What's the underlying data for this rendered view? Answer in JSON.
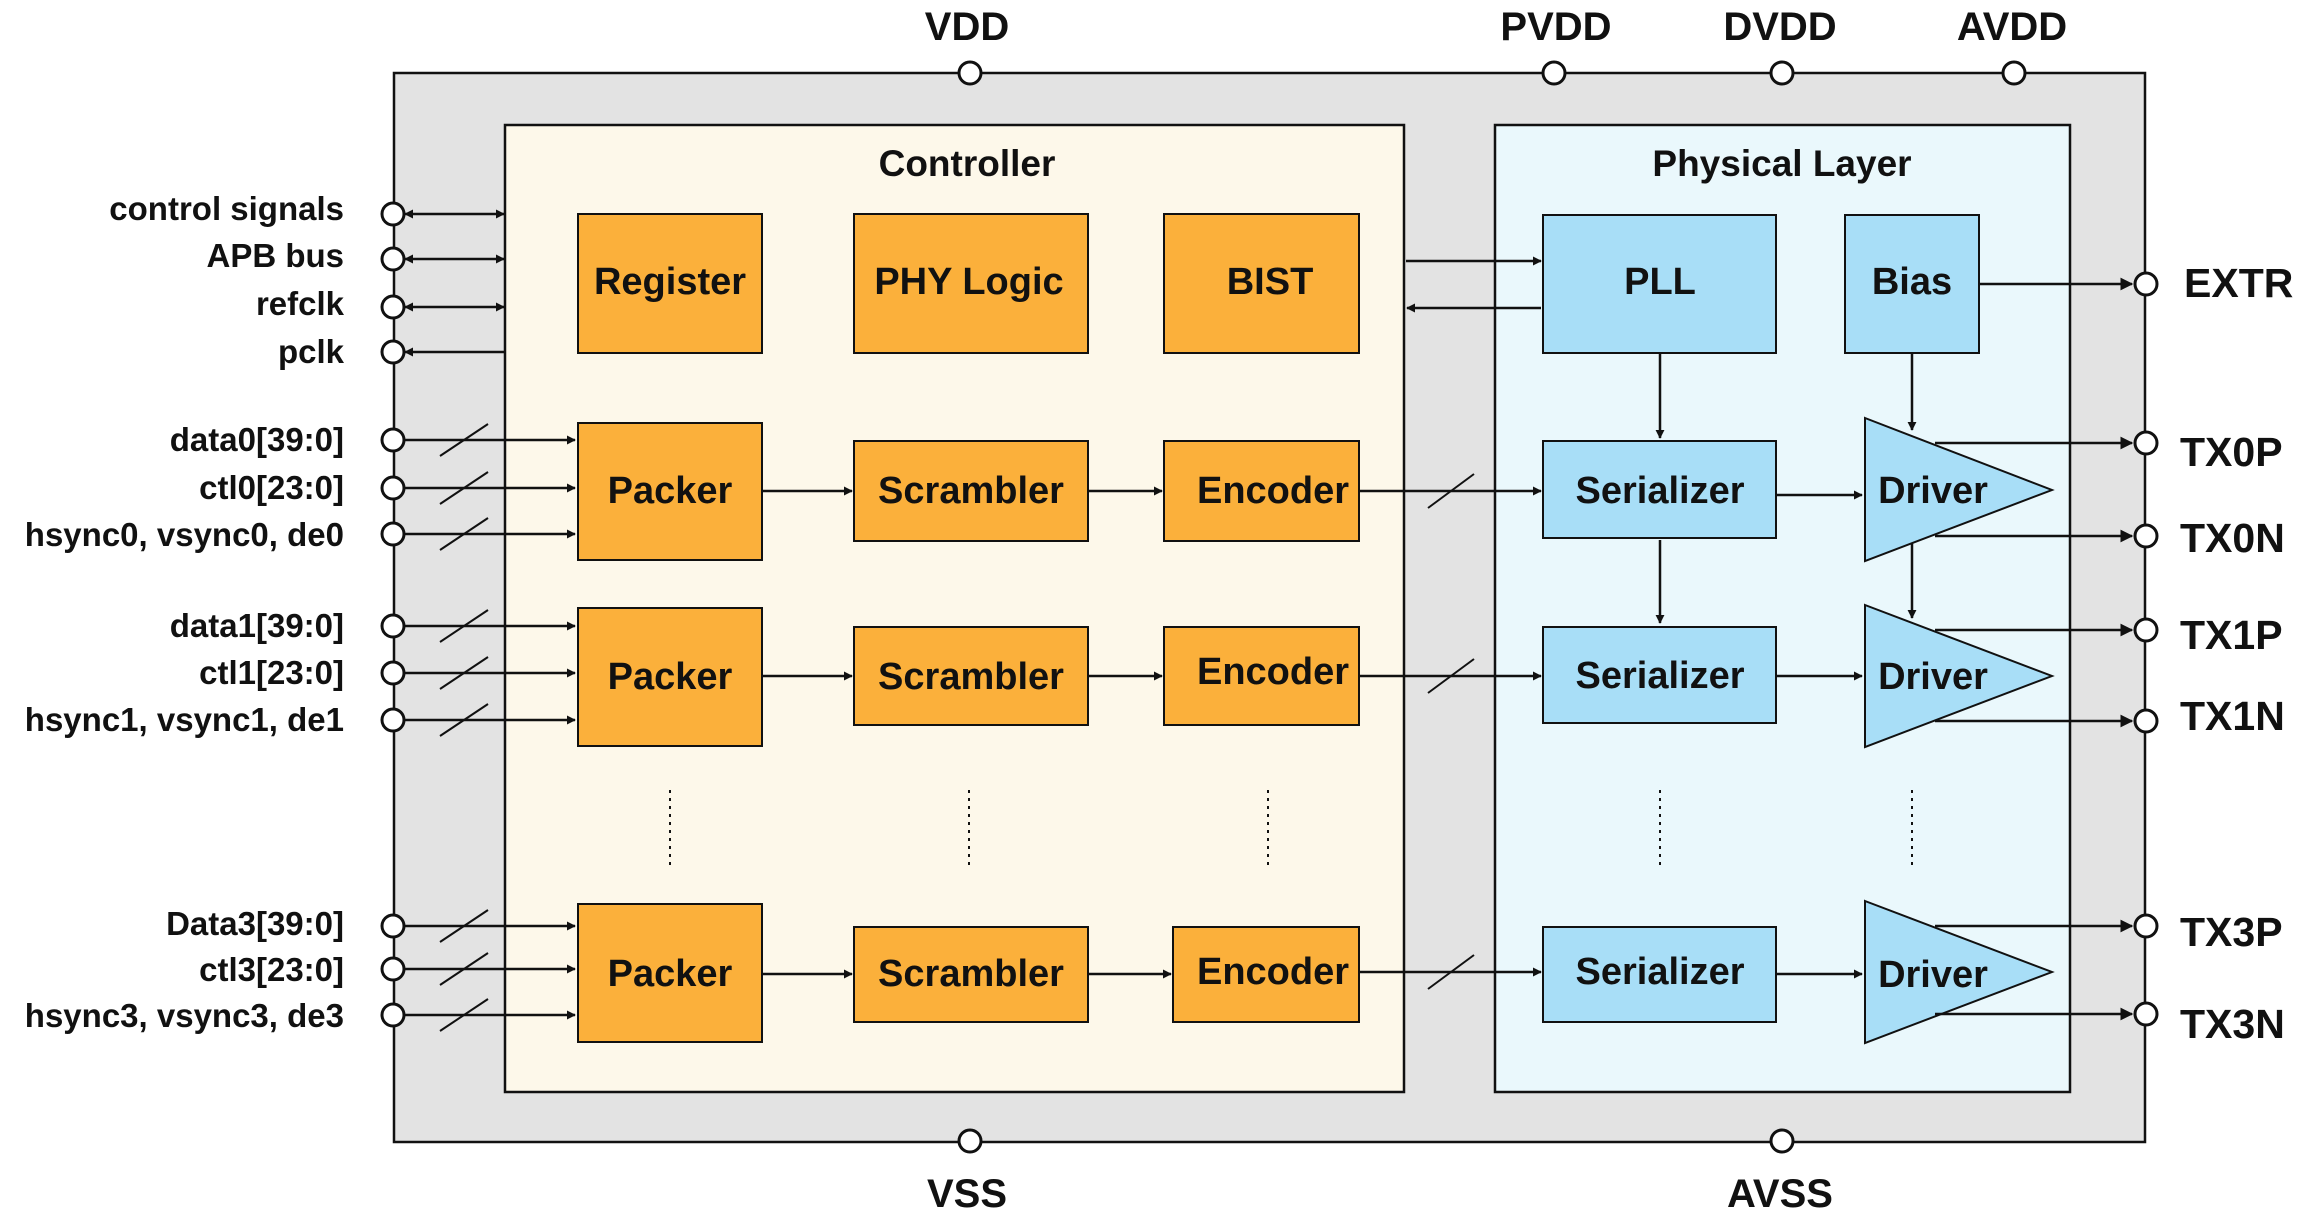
{
  "power_pins": {
    "vdd": "VDD",
    "pvdd": "PVDD",
    "dvdd": "DVDD",
    "avdd": "AVDD",
    "vss": "VSS",
    "avss": "AVSS"
  },
  "left_pins": {
    "control_signals": "control signals",
    "apb_bus": "APB bus",
    "refclk": "refclk",
    "pclk": "pclk",
    "data0": "data0[39:0]",
    "ctl0": "ctl0[23:0]",
    "sync0": "hsync0, vsync0, de0",
    "data1": "data1[39:0]",
    "ctl1": "ctl1[23:0]",
    "sync1": "hsync1, vsync1, de1",
    "data3": "Data3[39:0]",
    "ctl3": "ctl3[23:0]",
    "sync3": "hsync3, vsync3, de3"
  },
  "right_pins": {
    "extr": "EXTR",
    "tx0p": "TX0P",
    "tx0n": "TX0N",
    "tx1p": "TX1P",
    "tx1n": "TX1N",
    "tx3p": "TX3P",
    "tx3n": "TX3N"
  },
  "controller": {
    "title": "Controller",
    "register": "Register",
    "phy_logic": "PHY Logic",
    "bist": "BIST",
    "packer": "Packer",
    "scrambler": "Scrambler",
    "encoder": "Encoder"
  },
  "phy": {
    "title": "Physical Layer",
    "pll": "PLL",
    "bias": "Bias",
    "serializer": "Serializer",
    "driver": "Driver"
  },
  "colors": {
    "chip_bg": "#e3e3e3",
    "controller_bg": "#fdf8ea",
    "phy_bg": "#eaf8fc",
    "controller_block": "#fbb03b",
    "phy_block": "#a8def7",
    "stroke": "#111111"
  }
}
